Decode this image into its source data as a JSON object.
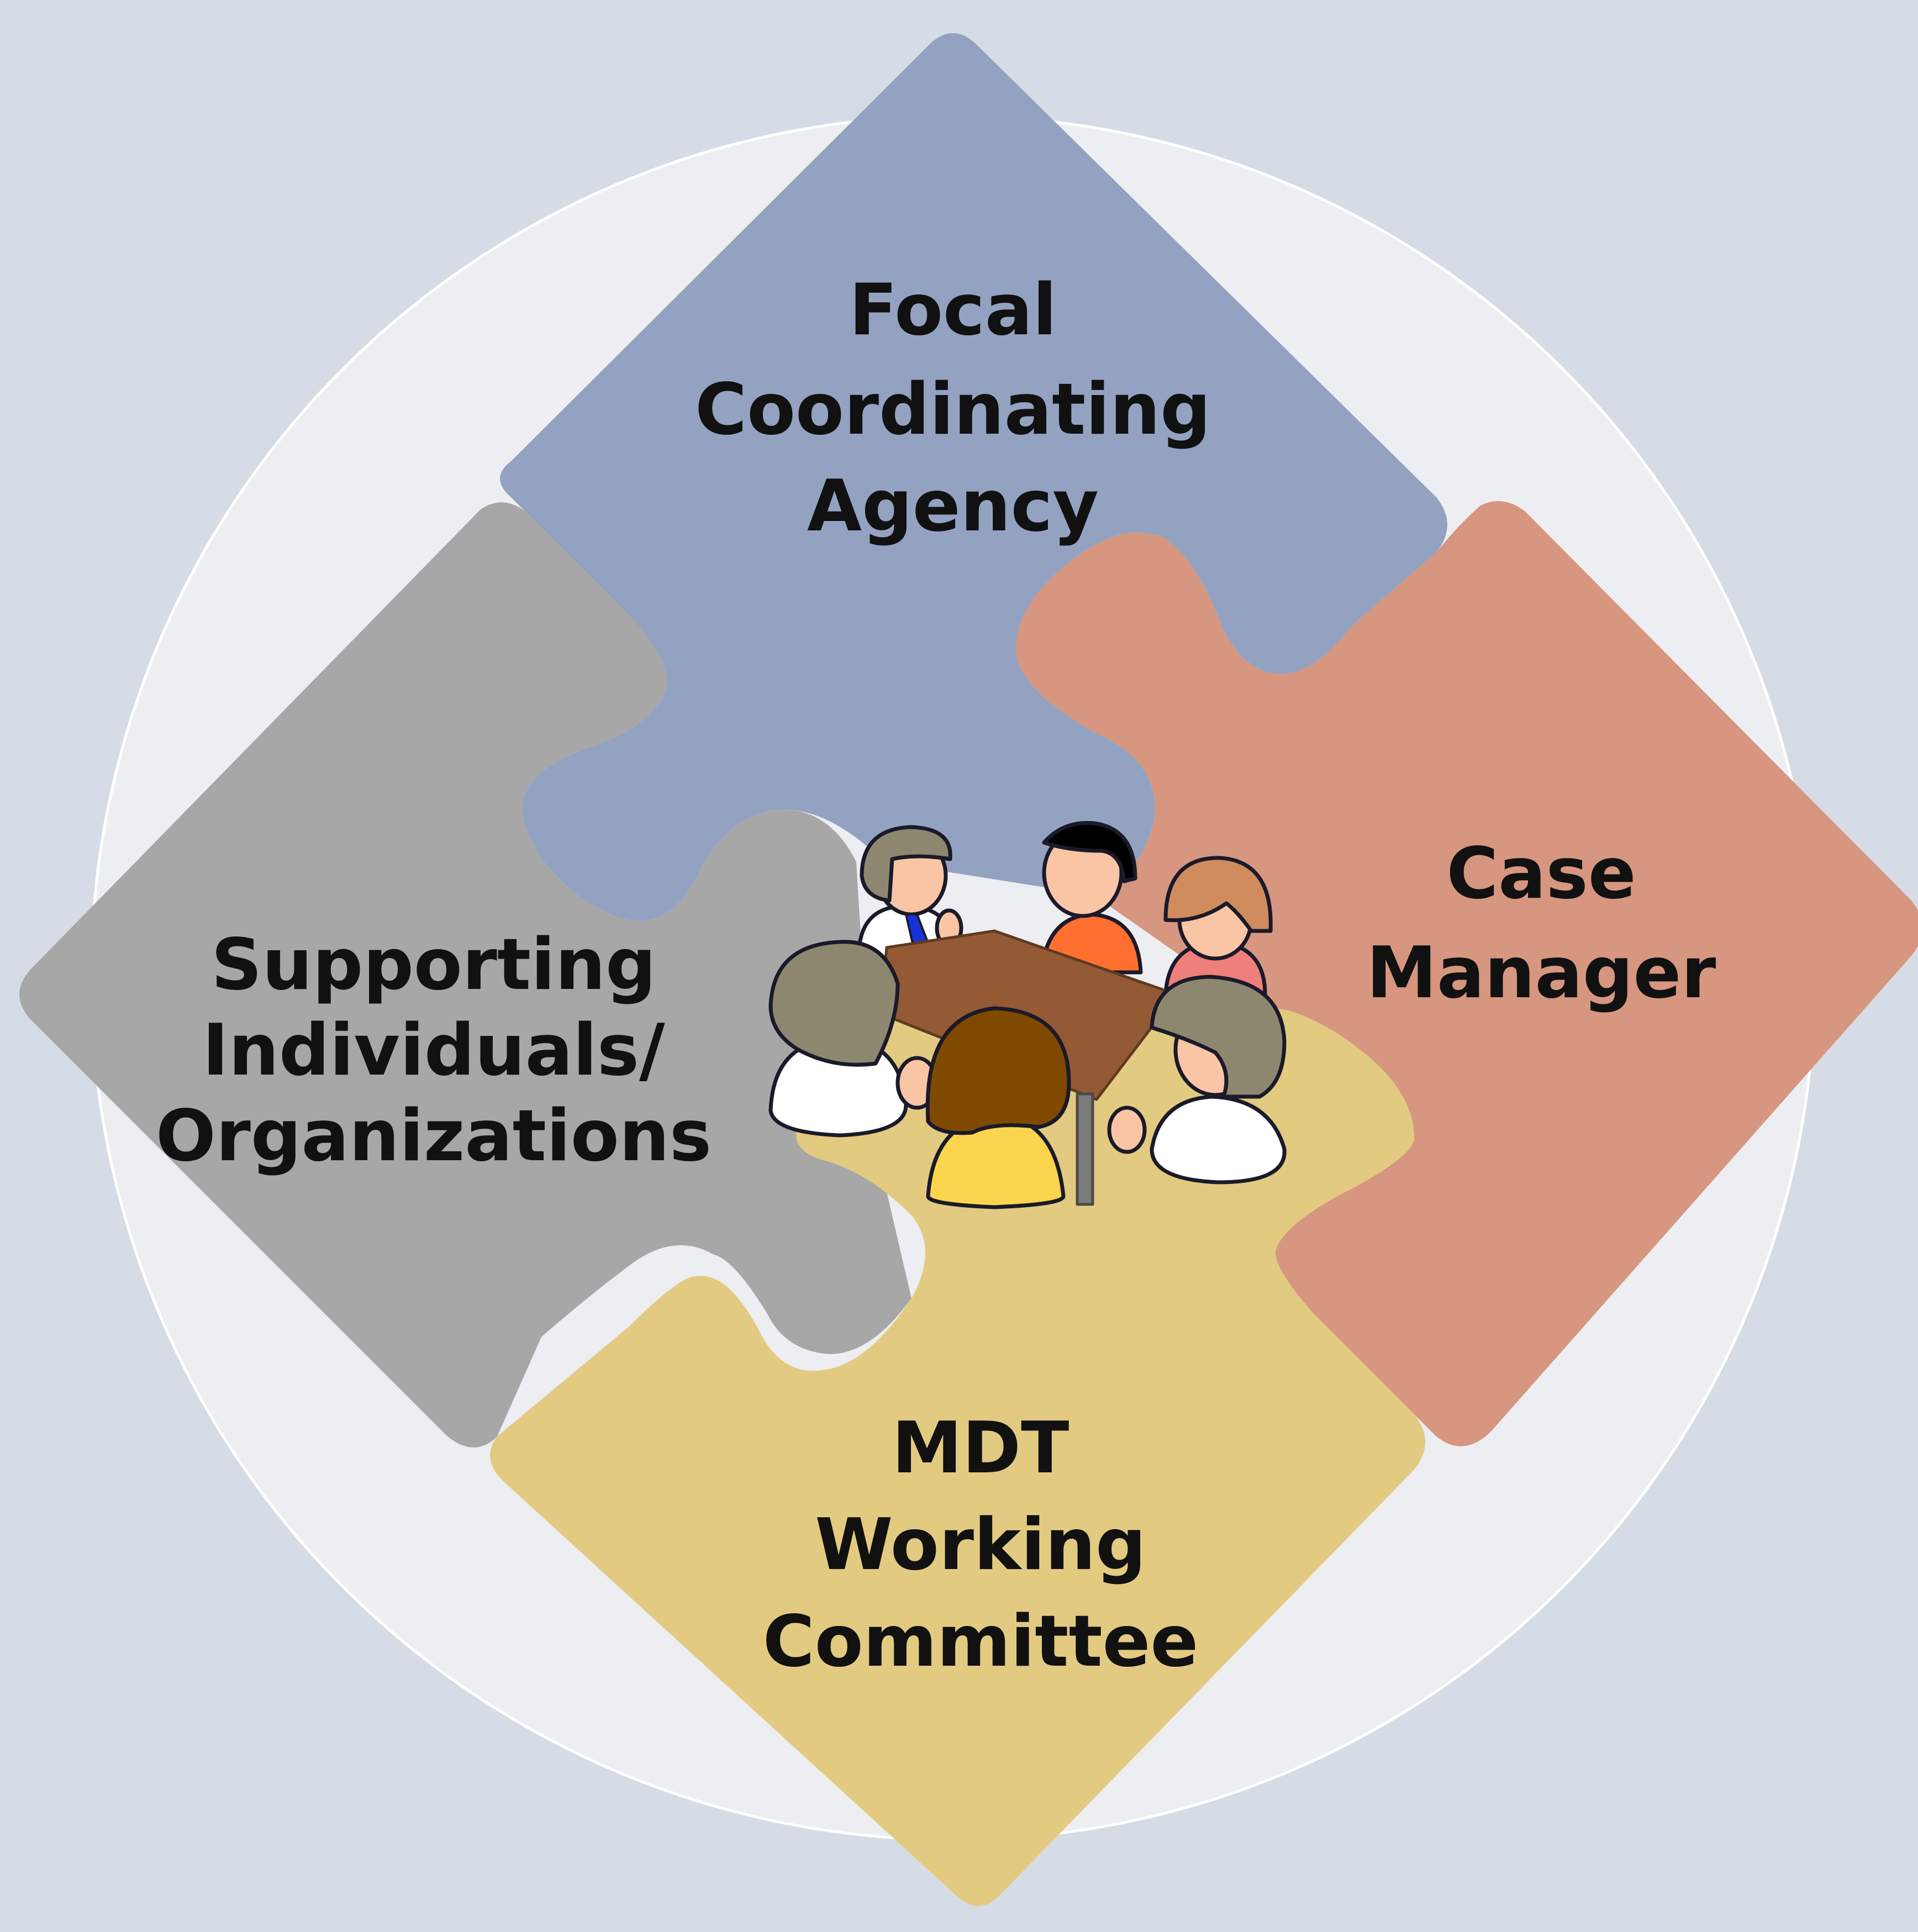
{
  "colors": {
    "background": "#d5dce5",
    "circle": "#eceef2",
    "focal": "#94a2c1",
    "case": "#d6967f",
    "mdt": "#e2ca80",
    "supporting": "#a7a7a7",
    "table": "#935a35",
    "text": "#111111"
  },
  "pieces": {
    "focal": {
      "lines": [
        "Focal",
        "Coordinating",
        "Agency"
      ]
    },
    "case": {
      "lines": [
        "Case",
        "Manager"
      ]
    },
    "mdt": {
      "lines": [
        "MDT",
        "Working",
        "Committee"
      ]
    },
    "supporting": {
      "lines": [
        "Supporting",
        "Individuals/",
        "Organizations"
      ]
    }
  },
  "center_icon": "meeting-table-icon"
}
